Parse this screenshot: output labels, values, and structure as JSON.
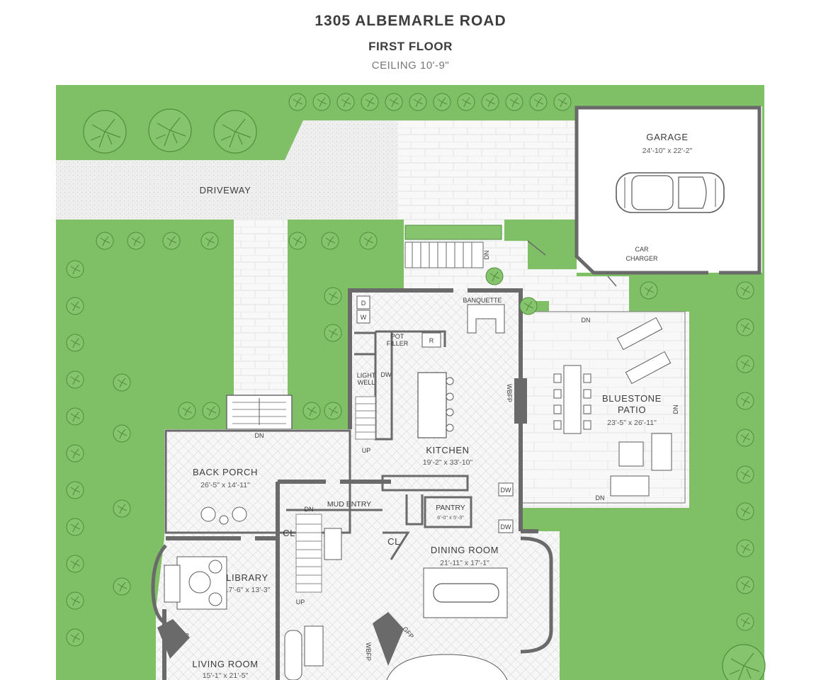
{
  "header": {
    "address": "1305 ALBEMARLE ROAD",
    "floor": "FIRST FLOOR",
    "ceiling": "CEILING 10'-9\""
  },
  "rooms": {
    "garage": {
      "name": "GARAGE",
      "dims": "24'-10\" x 22'-2\""
    },
    "car_charger": {
      "line1": "CAR",
      "line2": "CHARGER"
    },
    "driveway": {
      "name": "DRIVEWAY"
    },
    "kitchen": {
      "name": "KITCHEN",
      "dims": "19'-2\" x 33'-10\""
    },
    "bluestone_patio": {
      "line1": "BLUESTONE",
      "line2": "PATIO",
      "dims": "23'-5\" x 26'-11\""
    },
    "back_porch": {
      "name": "BACK PORCH",
      "dims": "26'-5\" x 14'-11\""
    },
    "mud_entry": {
      "name": "MUD ENTRY"
    },
    "pantry": {
      "name": "PANTRY",
      "dims": "6'-0\" x 5'-3\""
    },
    "dining_room": {
      "name": "DINING ROOM",
      "dims": "21'-11\" x 17'-1\""
    },
    "library": {
      "name": "LIBRARY",
      "dims": "17'-6\" x 13'-3\""
    },
    "living_room": {
      "name": "LIVING ROOM",
      "dims": "15'-1\" x 21'-5\""
    }
  },
  "fixtures": {
    "banquette": "BANQUETTE",
    "pot_filler_1": "POT",
    "pot_filler_2": "FILLER",
    "r": "R",
    "d": "D",
    "w": "W",
    "dw": "DW",
    "light_well_1": "LIGHT",
    "light_well_2": "WELL",
    "wbfp": "WBFP",
    "gfp": "GFP",
    "cl": "CL",
    "dn": "DN",
    "up": "UP"
  },
  "colors": {
    "lawn": "#7fbf66",
    "paving": "#f7f7f7",
    "wall": "#6a6a6a",
    "shrub": "#86c46e",
    "text": "#3d3d3d"
  }
}
